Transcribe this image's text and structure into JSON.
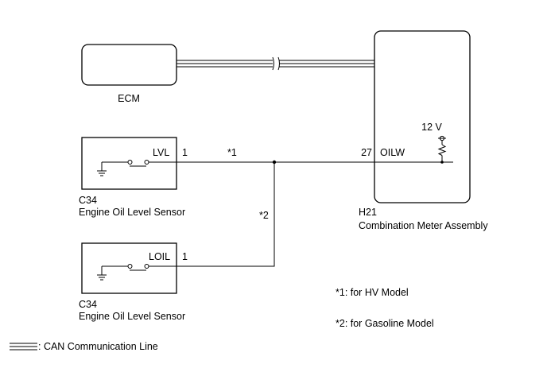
{
  "ecm": {
    "label": "ECM"
  },
  "meter": {
    "code": "H21",
    "name": "Combination Meter Assembly",
    "pin": "27",
    "signal": "OILW",
    "supply": "12 V"
  },
  "sensor_top": {
    "code": "C34",
    "name": "Engine Oil Level Sensor",
    "signal": "LVL",
    "pin": "1"
  },
  "sensor_bottom": {
    "code": "C34",
    "name": "Engine Oil Level Sensor",
    "signal": "LOIL",
    "pin": "1"
  },
  "wire_marks": {
    "mark1": "*1",
    "mark2": "*2"
  },
  "notes": {
    "note1": "*1: for HV Model",
    "note2": "*2: for Gasoline Model"
  },
  "legend": {
    "can_line": ": CAN Communication Line"
  },
  "colors": {
    "line": "#000000",
    "background": "#ffffff"
  }
}
